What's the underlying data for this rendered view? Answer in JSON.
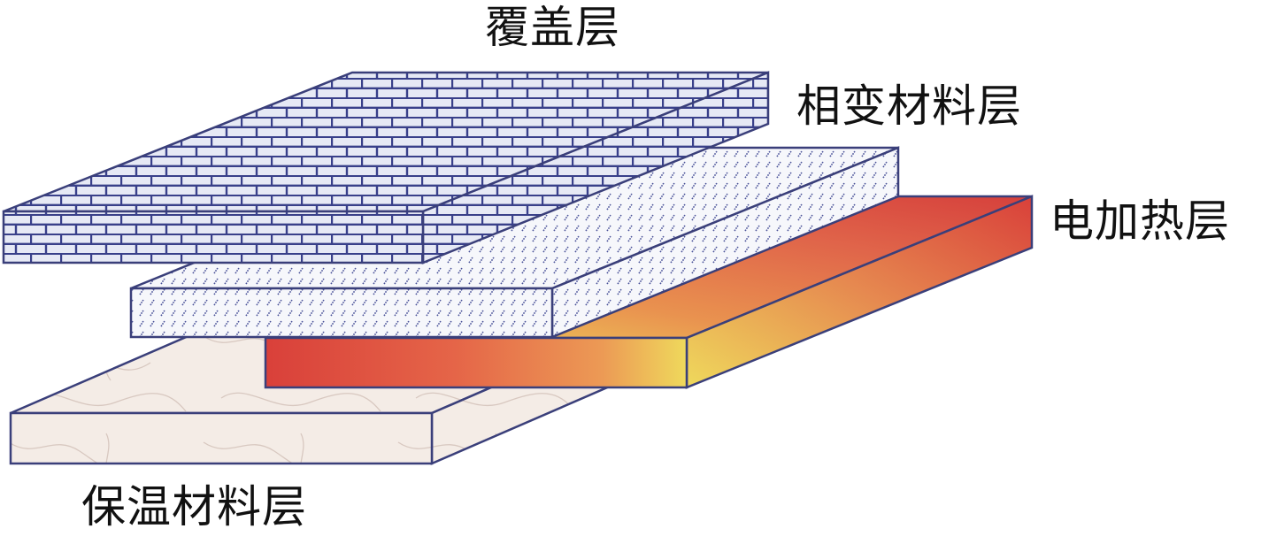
{
  "diagram": {
    "labels": {
      "cover": "覆盖层",
      "pcm": "相变材料层",
      "heating": "电加热层",
      "insulation": "保温材料层"
    },
    "colors": {
      "outline": "#3a3f7a",
      "cover_fill": "#e6e9f5",
      "brick_line": "#39408a",
      "pcm_fill": "#f6f7fb",
      "hatch": "#4a5299",
      "insulation_fill": "#f4ece6",
      "insulation_vein": "#d8c8c0",
      "heat_red": "#d9403a",
      "heat_orange": "#e98a4c",
      "heat_yellow": "#efd95c"
    }
  }
}
